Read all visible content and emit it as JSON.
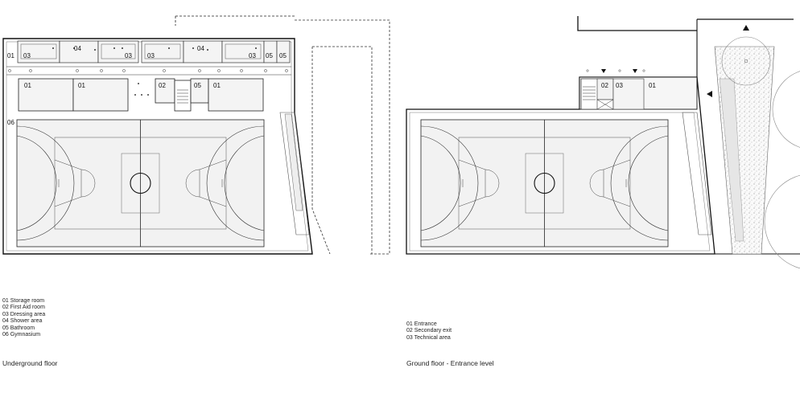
{
  "underground": {
    "caption": "Underground floor",
    "legend": [
      "01 Storage room",
      "02 First Aid room",
      "03 Dressing area",
      "04 Shower area",
      "05 Bathroom",
      "06 Gymnasium"
    ],
    "room_labels": [
      "01",
      "03",
      "04",
      "03",
      "03",
      "04",
      "03",
      "05",
      "05",
      "01",
      "01",
      "02",
      "05",
      "01",
      "06"
    ]
  },
  "ground": {
    "caption": "Ground floor - Entrance level",
    "legend": [
      "01 Entrance",
      "02 Secondary exit",
      "03 Technical area"
    ],
    "room_labels": [
      "02",
      "03",
      "01"
    ]
  }
}
